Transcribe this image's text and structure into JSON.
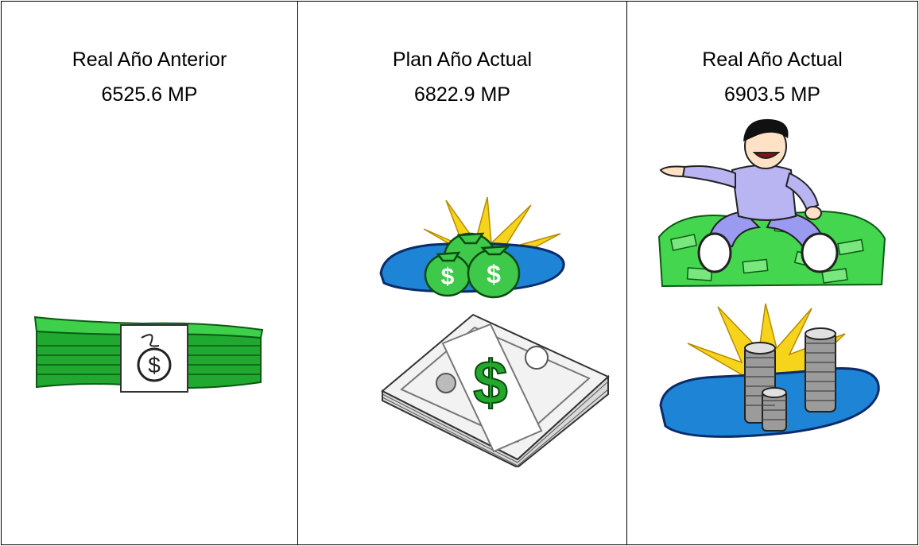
{
  "columns": [
    {
      "title": "Real Año Anterior",
      "value": "6525.6 MP"
    },
    {
      "title": "Plan Año Actual",
      "value": "6822.9 MP"
    },
    {
      "title": "Real Año Actual",
      "value": "6903.5 MP"
    }
  ],
  "icons": {
    "bill_stack": "money-stack-icon",
    "money_bags": "money-bags-icon",
    "cash_bundle": "dollar-bundle-icon",
    "rich_man": "man-on-money-icon",
    "coin_stacks": "coin-stacks-icon"
  },
  "colors": {
    "money_green": "#2fbf3a",
    "burst_yellow": "#f7d41c",
    "pool_blue": "#1d84d6",
    "shirt_lilac": "#b9b4f2"
  }
}
